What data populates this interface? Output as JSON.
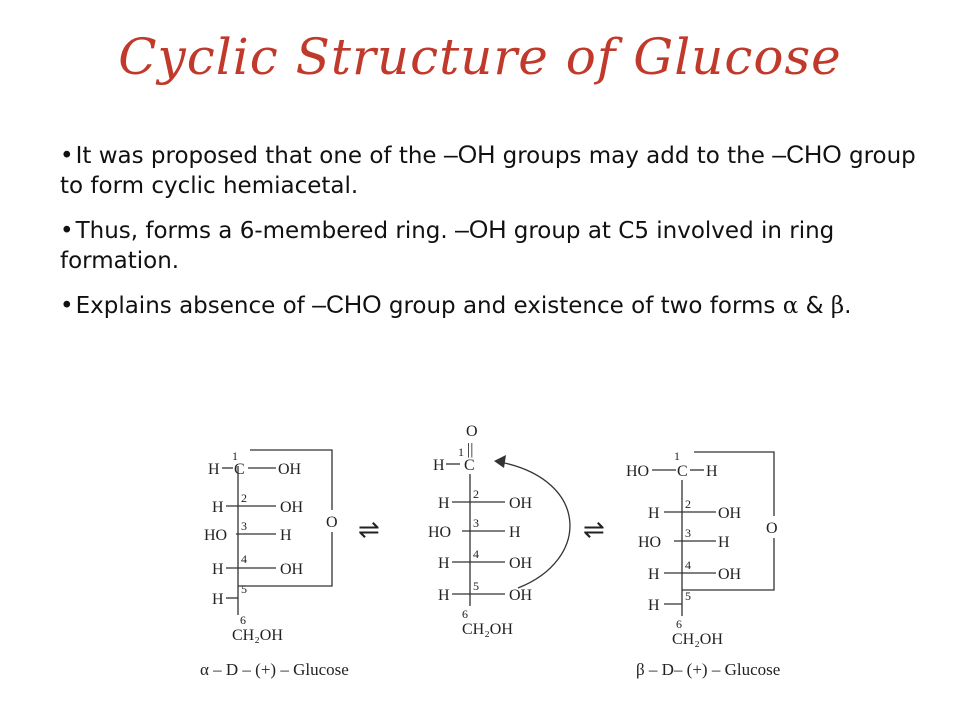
{
  "title": "Cyclic Structure of Glucose",
  "bullets": [
    {
      "marker": "•",
      "p1": "It was proposed that one of the ",
      "c1": "–OH",
      "p2": " groups may add to the ",
      "c2": "–CHO",
      "p3": " group to form cyclic hemiacetal."
    },
    {
      "marker": "•",
      "p1": "Thus, forms a 6-membered ring. ",
      "c1": "–OH",
      "p2": " group at C5 involved in ring formation."
    },
    {
      "marker": "•",
      "p1": "Explains absence of ",
      "c1": "–CHO",
      "p2": " group and existence of two forms ",
      "g1": "α",
      "p3": " & ",
      "g2": "β",
      "p4": "."
    }
  ],
  "diagram": {
    "equilibrium": "⇌",
    "alpha": {
      "c1_left": "H",
      "c1_right": "OH",
      "rows": [
        {
          "n": "2",
          "left": "H",
          "right": "OH"
        },
        {
          "n": "3",
          "left": "HO",
          "right": "H"
        },
        {
          "n": "4",
          "left": "H",
          "right": "OH"
        },
        {
          "n": "5",
          "left": "H",
          "right": ""
        }
      ],
      "n1": "1",
      "c_label": "C",
      "n6": "6",
      "bottom": "CH₂OH",
      "ring_o": "O",
      "caption": "α – D – (+) – Glucose"
    },
    "open": {
      "carbonyl_o": "O",
      "double_bond": "||",
      "c1_left": "H",
      "c_label": "C",
      "n1": "1",
      "rows": [
        {
          "n": "2",
          "left": "H",
          "right": "OH"
        },
        {
          "n": "3",
          "left": "HO",
          "right": "H"
        },
        {
          "n": "4",
          "left": "H",
          "right": "OH"
        },
        {
          "n": "5",
          "left": "H",
          "right": "OH"
        }
      ],
      "n6": "6",
      "bottom": "CH₂OH"
    },
    "beta": {
      "c1_left": "HO",
      "c1_right": "H",
      "rows": [
        {
          "n": "2",
          "left": "H",
          "right": "OH"
        },
        {
          "n": "3",
          "left": "HO",
          "right": "H"
        },
        {
          "n": "4",
          "left": "H",
          "right": "OH"
        },
        {
          "n": "5",
          "left": "H",
          "right": ""
        }
      ],
      "n1": "1",
      "c_label": "C",
      "n6": "6",
      "bottom": "CH₂OH",
      "ring_o": "O",
      "caption": "β – D– (+) – Glucose"
    }
  }
}
